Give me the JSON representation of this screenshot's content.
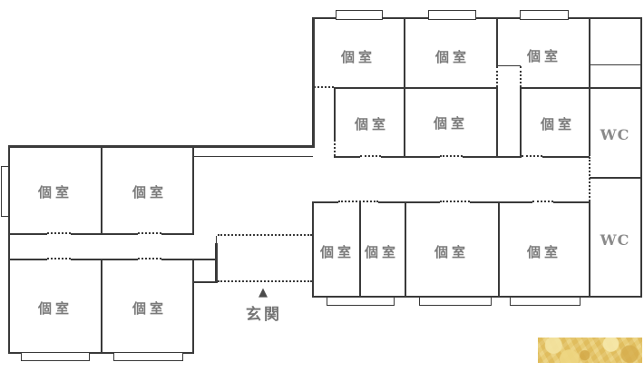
{
  "floor_plan": {
    "entrance": {
      "label": "玄関",
      "marker": "▲"
    },
    "buildings": {
      "left": {
        "rooms": [
          {
            "label": "個室"
          },
          {
            "label": "個室"
          },
          {
            "label": "個室"
          },
          {
            "label": "個室"
          }
        ]
      },
      "top_right": {
        "rooms": [
          {
            "label": "個室"
          },
          {
            "label": "個室"
          },
          {
            "label": "個室"
          },
          {
            "label": "個室"
          },
          {
            "label": "個室"
          },
          {
            "label": "個室"
          }
        ]
      },
      "bottom_right": {
        "rooms": [
          {
            "label": "個室"
          },
          {
            "label": "個室"
          },
          {
            "label": "個室"
          },
          {
            "label": "個室"
          }
        ]
      },
      "wc": [
        {
          "label": "WC"
        },
        {
          "label": "WC"
        }
      ]
    },
    "colors": {
      "wall": "#3a3a3a",
      "room_text": "#7b7b7b",
      "gold_swatch": "#e2c165"
    }
  }
}
